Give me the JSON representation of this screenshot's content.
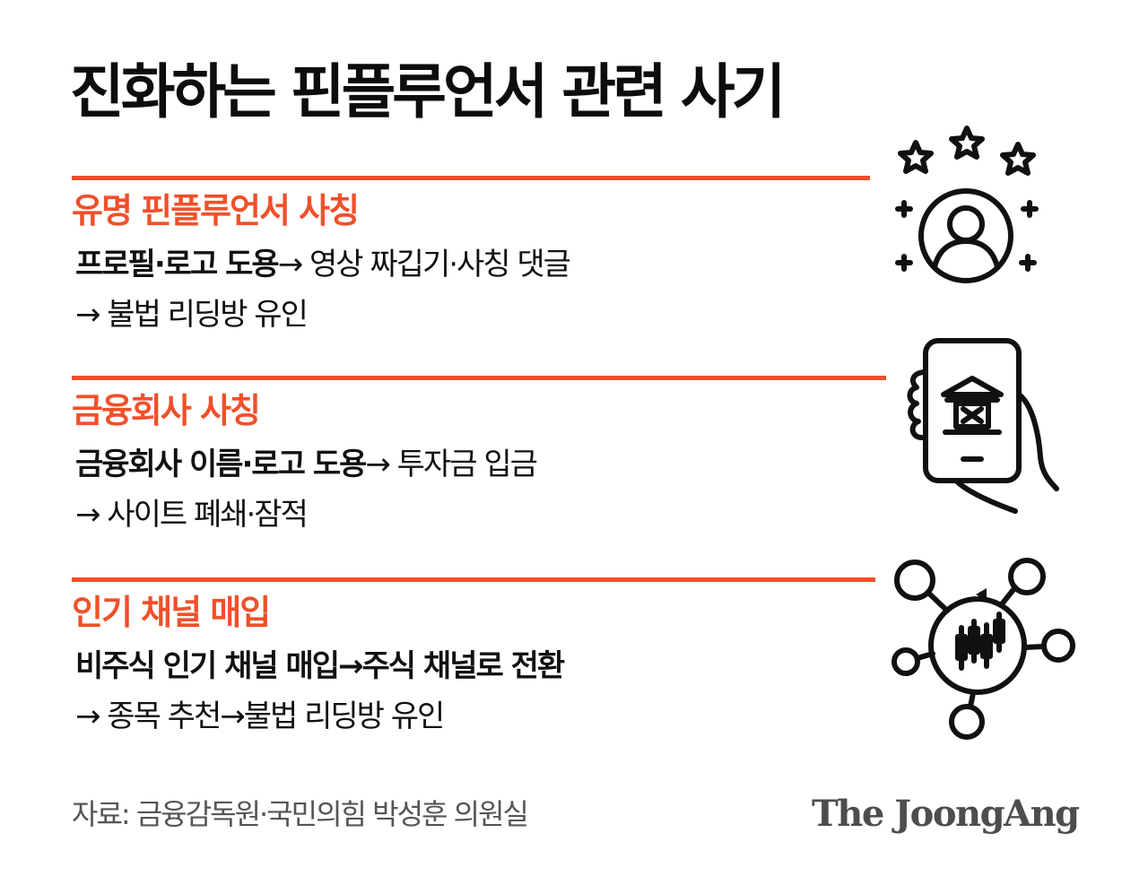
{
  "title": "진화하는 핀플루언서 관련 사기",
  "sections": [
    {
      "heading": "유명 핀플루언서 사칭",
      "line1_bold": "프로필·로고 도용",
      "line1_rest": "→ 영상 짜깁기·사칭 댓글",
      "line2": "→ 불법 리딩방 유인"
    },
    {
      "heading": "금융회사 사칭",
      "line1_bold": "금융회사 이름·로고 도용",
      "line1_rest": "→ 투자금 입금",
      "line2": "→ 사이트 폐쇄·잠적"
    },
    {
      "heading": "인기 채널 매입",
      "line1_bold": "비주식 인기 채널 매입→주식 채널로 전환",
      "line1_rest": "",
      "line2": "→ 종목 추천→불법 리딩방 유인"
    }
  ],
  "source": "자료: 금융감독원·국민의힘 박성훈 의원실",
  "logo": "The JoongAng",
  "icons": [
    "influencer-stars-icon",
    "phone-bank-icon",
    "stock-network-icon"
  ],
  "colors": {
    "accent": "#f0502a",
    "text": "#111111",
    "source": "#555555",
    "logo": "#4d4d4d"
  }
}
